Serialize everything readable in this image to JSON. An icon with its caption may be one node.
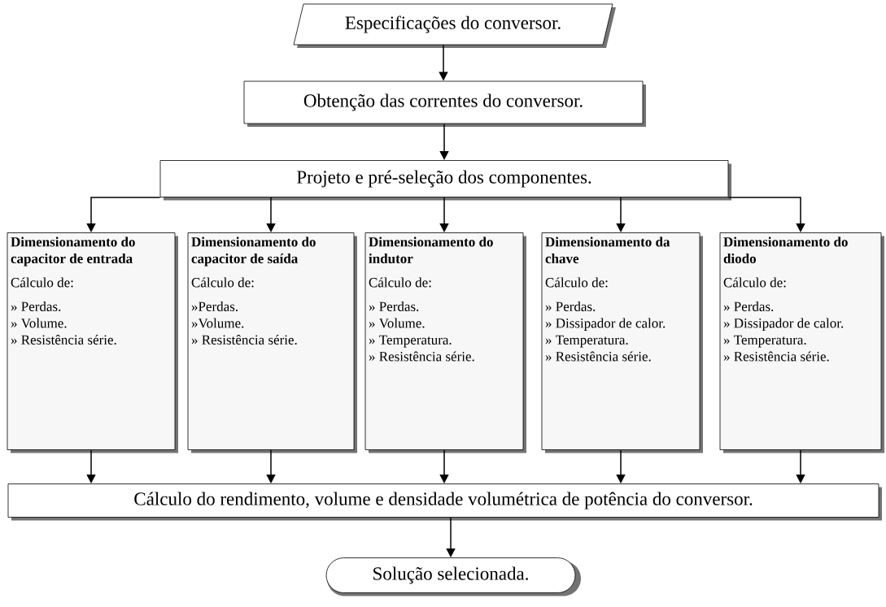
{
  "diagram": {
    "nodes": [
      {
        "text": [
          "Especificações do conversor."
        ]
      },
      {
        "text": [
          "Obtenção das correntes do conversor."
        ]
      },
      {
        "text": [
          "Projeto e pré-seleção dos componentes."
        ]
      },
      {
        "text": [
          "Dimensionamento do capacitor de entrada",
          "Cálculo de:",
          "» Perdas.",
          "» Volume.",
          "» Resistência série."
        ]
      },
      {
        "text": [
          "Dimensionamento do capacitor de saída",
          "Cálculo de:",
          "»Perdas.",
          "»Volume.",
          "» Resistência série."
        ]
      },
      {
        "text": [
          "Dimensionamento do indutor",
          "Cálculo de:",
          "» Perdas.",
          "» Volume.",
          "» Temperatura.",
          "» Resistência série."
        ]
      },
      {
        "text": [
          "Dimensionamento da chave",
          "Cálculo de:",
          "» Perdas.",
          "» Dissipador de calor.",
          "» Temperatura.",
          "» Resistência série."
        ]
      },
      {
        "text": [
          "Dimensionamento do diodo",
          "Cálculo de:",
          "» Perdas.",
          "» Dissipador de calor.",
          "» Temperatura.",
          "» Resistência série."
        ]
      },
      {
        "text": [
          "Cálculo do rendimento, volume e densidade volumétrica de potência do conversor."
        ]
      },
      {
        "text": [
          "Solução selecionada."
        ]
      }
    ],
    "edges": [
      {
        "from": 0,
        "to": 1,
        "arrow": "to"
      },
      {
        "from": 1,
        "to": 2,
        "arrow": "to"
      },
      {
        "from": 2,
        "to": 3,
        "arrow": "to"
      },
      {
        "from": 2,
        "to": 4,
        "arrow": "to"
      },
      {
        "from": 2,
        "to": 5,
        "arrow": "to"
      },
      {
        "from": 2,
        "to": 6,
        "arrow": "to"
      },
      {
        "from": 2,
        "to": 7,
        "arrow": "to"
      },
      {
        "from": 3,
        "to": 8,
        "arrow": "to"
      },
      {
        "from": 4,
        "to": 8,
        "arrow": "to"
      },
      {
        "from": 5,
        "to": 8,
        "arrow": "to"
      },
      {
        "from": 6,
        "to": 8,
        "arrow": "to"
      },
      {
        "from": 7,
        "to": 8,
        "arrow": "to"
      },
      {
        "from": 8,
        "to": 9,
        "arrow": "to"
      }
    ]
  }
}
